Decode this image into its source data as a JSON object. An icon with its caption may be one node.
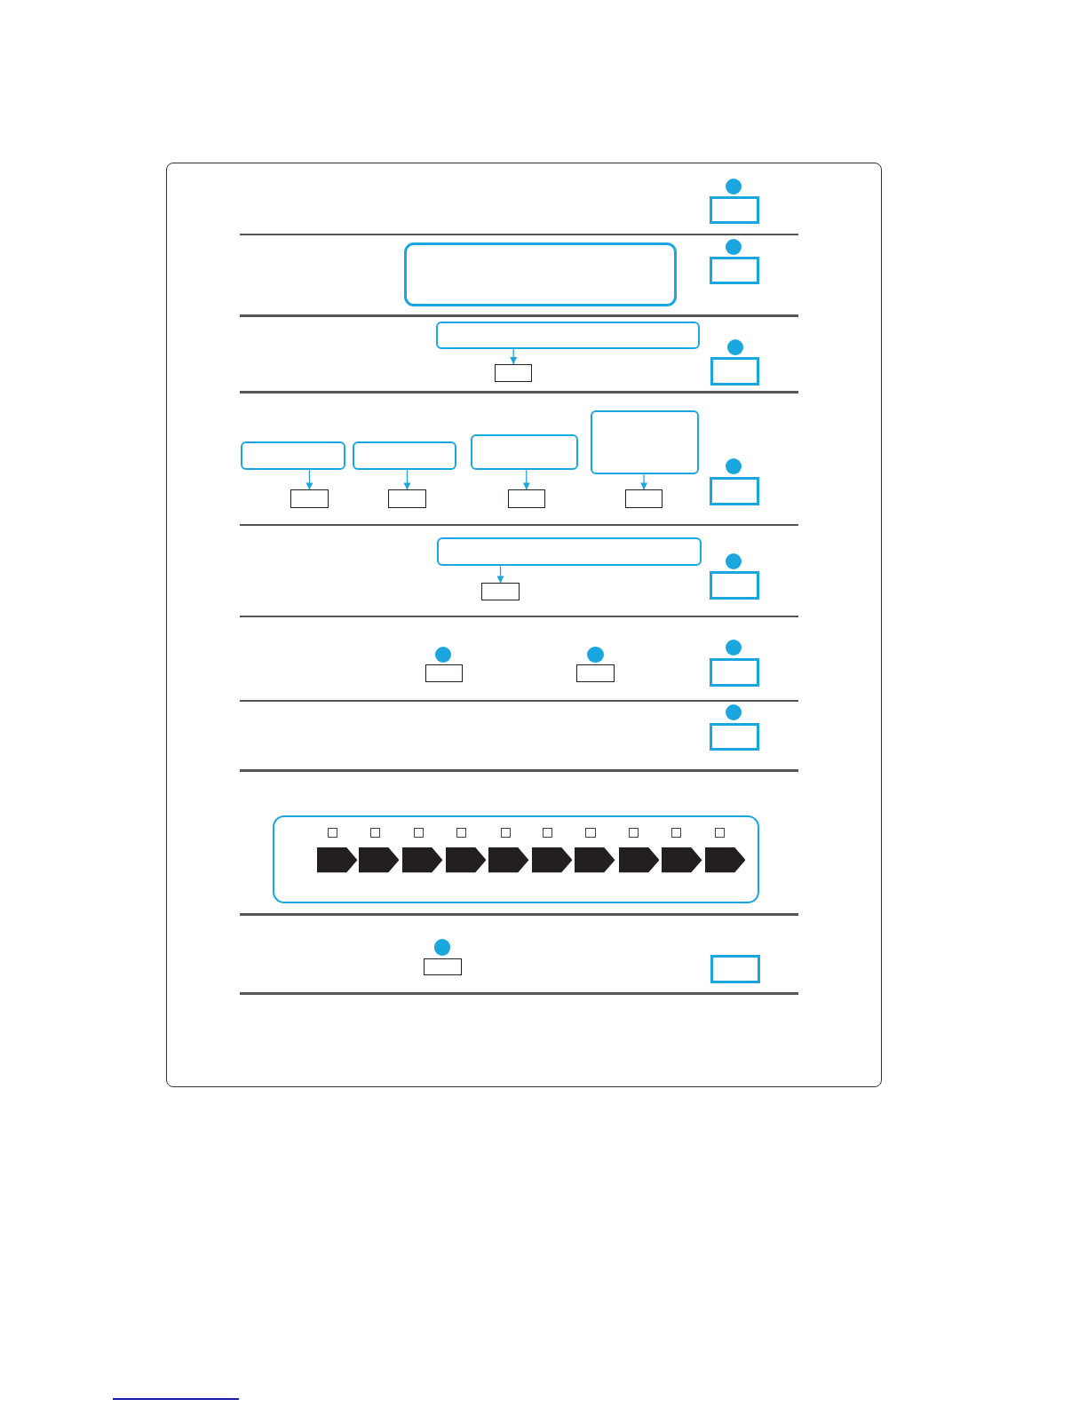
{
  "diagram": {
    "nodes": [
      {
        "text": [],
        "shape": "circle"
      },
      {
        "text": [],
        "shape": "box"
      },
      {
        "text": [],
        "shape": "box"
      },
      {
        "text": [],
        "shape": "circle"
      },
      {
        "text": [],
        "shape": "box"
      },
      {
        "text": [],
        "shape": "box"
      },
      {
        "text": [],
        "shape": "box"
      },
      {
        "text": [],
        "shape": "circle"
      },
      {
        "text": [],
        "shape": "box"
      },
      {
        "text": [],
        "shape": "box"
      },
      {
        "text": [],
        "shape": "box"
      },
      {
        "text": [],
        "shape": "box"
      },
      {
        "text": [],
        "shape": "box"
      },
      {
        "text": [],
        "shape": "box"
      },
      {
        "text": [],
        "shape": "box"
      },
      {
        "text": [],
        "shape": "box"
      },
      {
        "text": [],
        "shape": "box"
      },
      {
        "text": [],
        "shape": "circle"
      },
      {
        "text": [],
        "shape": "box"
      },
      {
        "text": [],
        "shape": "box"
      },
      {
        "text": [],
        "shape": "box"
      },
      {
        "text": [],
        "shape": "circle"
      },
      {
        "text": [],
        "shape": "box"
      },
      {
        "text": [],
        "shape": "circle"
      },
      {
        "text": [],
        "shape": "box"
      },
      {
        "text": [],
        "shape": "circle"
      },
      {
        "text": [],
        "shape": "box"
      },
      {
        "text": [],
        "shape": "circle"
      },
      {
        "text": [],
        "shape": "box"
      },
      {
        "text": [],
        "shape": "circle"
      },
      {
        "text": [],
        "shape": "box"
      },
      {
        "text": [],
        "shape": "box"
      },
      {
        "text": [],
        "shape": "box",
        "in": 31
      },
      {
        "text": [],
        "shape": "box",
        "in": 31
      },
      {
        "text": [],
        "shape": "box",
        "in": 31
      },
      {
        "text": [],
        "shape": "box",
        "in": 31
      },
      {
        "text": [],
        "shape": "box",
        "in": 31
      },
      {
        "text": [],
        "shape": "box",
        "in": 31
      },
      {
        "text": [],
        "shape": "box",
        "in": 31
      },
      {
        "text": [],
        "shape": "box",
        "in": 31
      },
      {
        "text": [],
        "shape": "box",
        "in": 31
      },
      {
        "text": [],
        "shape": "box",
        "in": 31
      },
      {
        "text": [],
        "shape": "chevron",
        "in": 31
      },
      {
        "text": [],
        "shape": "chevron",
        "in": 31
      },
      {
        "text": [],
        "shape": "chevron",
        "in": 31
      },
      {
        "text": [],
        "shape": "chevron",
        "in": 31
      },
      {
        "text": [],
        "shape": "chevron",
        "in": 31
      },
      {
        "text": [],
        "shape": "chevron",
        "in": 31
      },
      {
        "text": [],
        "shape": "chevron",
        "in": 31
      },
      {
        "text": [],
        "shape": "chevron",
        "in": 31
      },
      {
        "text": [],
        "shape": "chevron",
        "in": 31
      },
      {
        "text": [],
        "shape": "chevron",
        "in": 31
      },
      {
        "text": [],
        "shape": "circle"
      },
      {
        "text": [],
        "shape": "box"
      },
      {
        "text": [],
        "shape": "box"
      }
    ],
    "edges": [
      {
        "from": 5,
        "to": 6,
        "arrow": "to"
      },
      {
        "from": 9,
        "to": 13,
        "arrow": "to"
      },
      {
        "from": 10,
        "to": 14,
        "arrow": "to"
      },
      {
        "from": 11,
        "to": 15,
        "arrow": "to"
      },
      {
        "from": 12,
        "to": 16,
        "arrow": "to"
      },
      {
        "from": 19,
        "to": 20,
        "arrow": "to"
      }
    ]
  }
}
